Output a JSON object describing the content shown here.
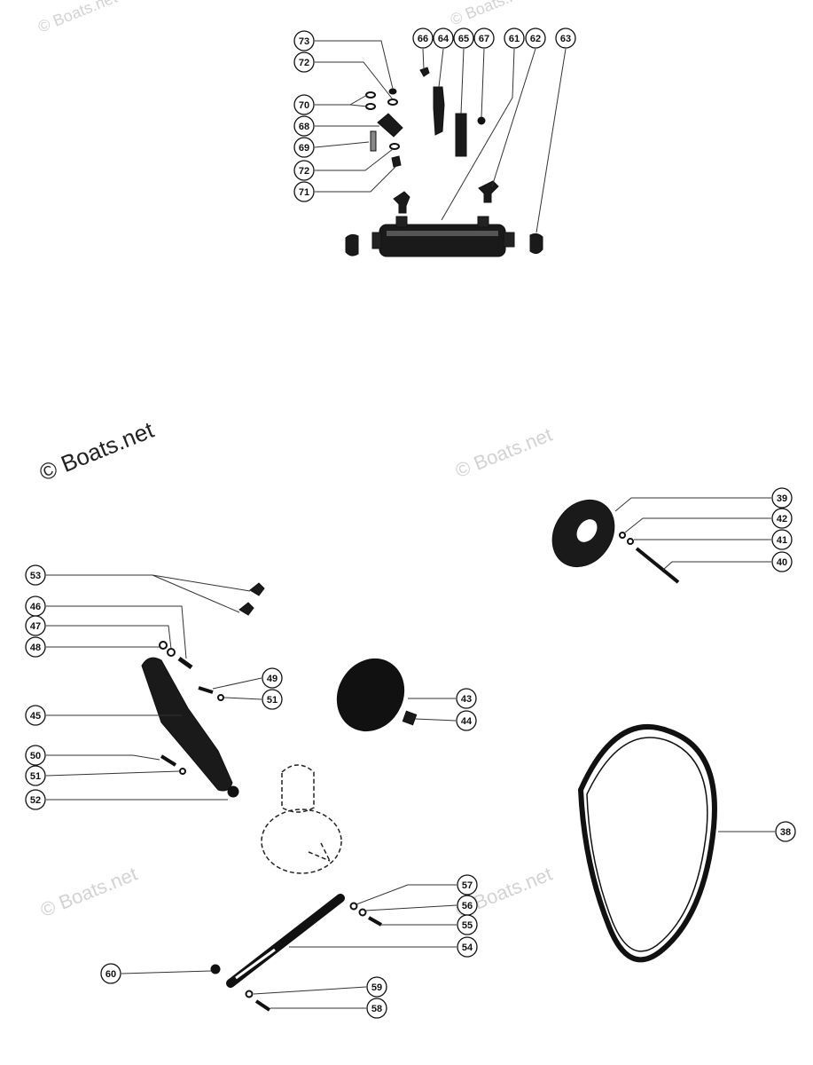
{
  "watermark_main": "© Boats.net",
  "watermark_faint": "© Boats.net",
  "colors": {
    "ink": "#111111",
    "leader": "#333333",
    "watermark": "#d2d2d2"
  },
  "callouts": [
    "73",
    "72",
    "70",
    "68",
    "69",
    "72",
    "71",
    "66",
    "64",
    "65",
    "67",
    "61",
    "62",
    "63",
    "39",
    "42",
    "41",
    "40",
    "53",
    "46",
    "47",
    "48",
    "49",
    "51",
    "45",
    "43",
    "44",
    "50",
    "51",
    "52",
    "38",
    "57",
    "56",
    "55",
    "54",
    "60",
    "59",
    "58"
  ]
}
